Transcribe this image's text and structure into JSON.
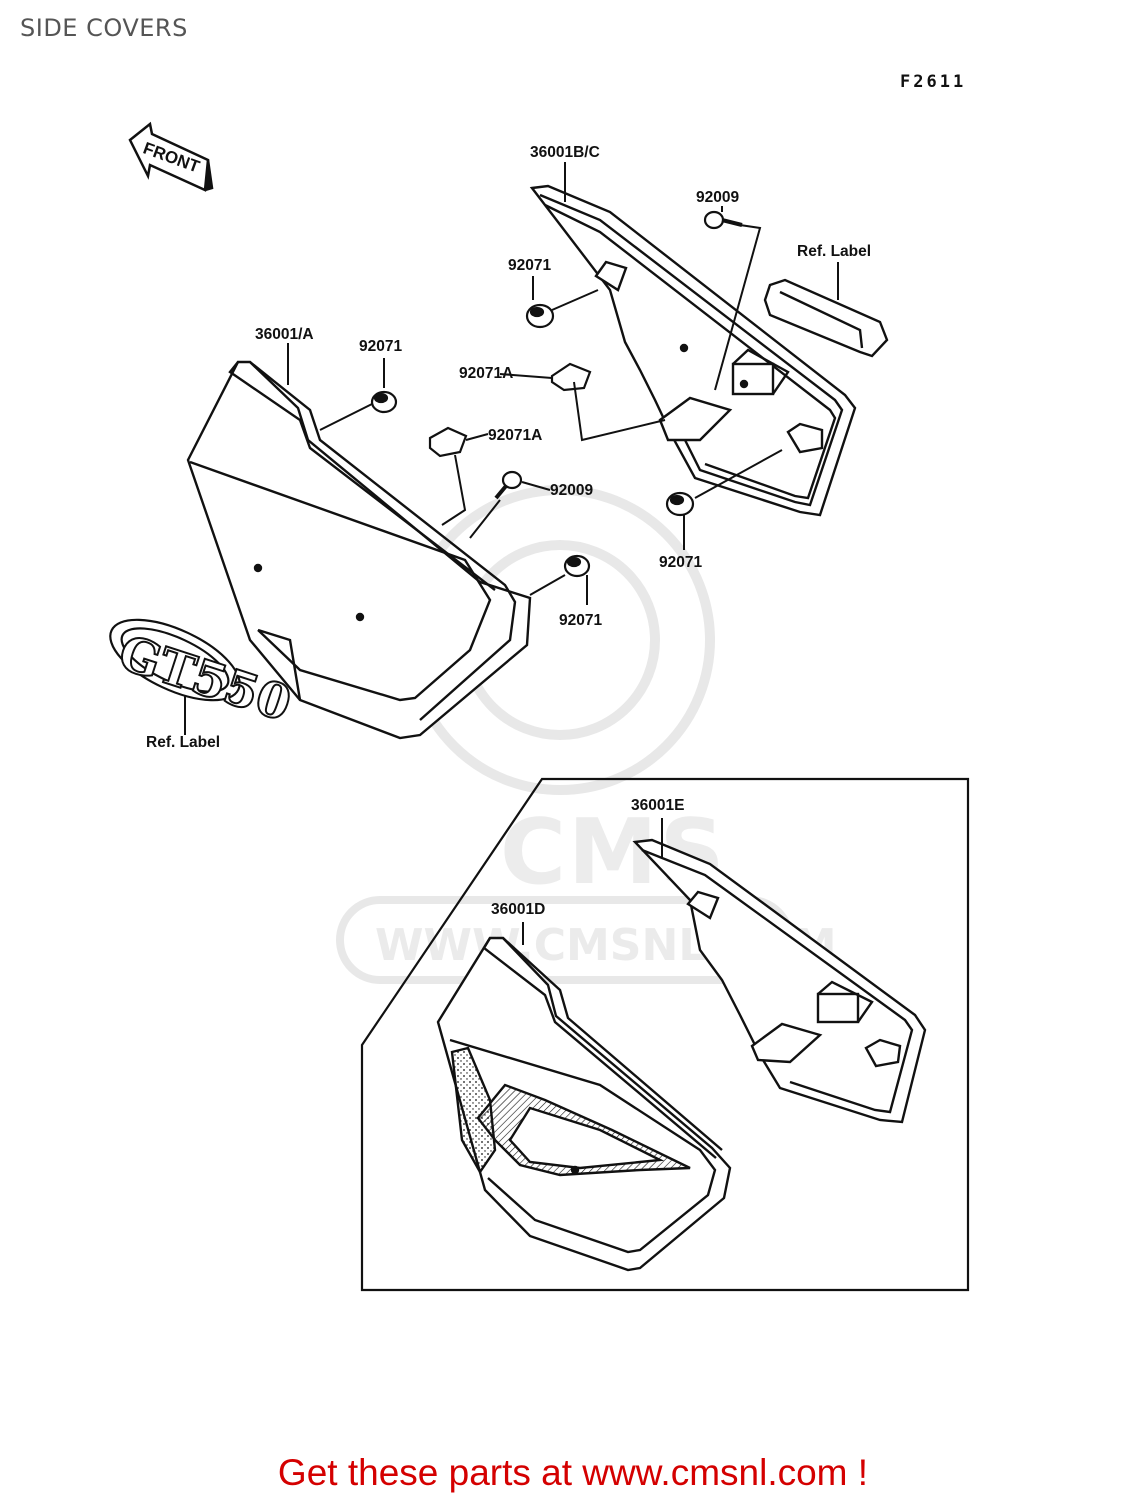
{
  "header": {
    "title": "SIDE COVERS",
    "figure_code": "F2611"
  },
  "watermark": {
    "brand": "CMS",
    "site": "WWW.CMSNL.COM"
  },
  "callouts": {
    "front_arrow": "FRONT",
    "cover_left": "36001/A",
    "cover_right": "36001B/C",
    "cover_d": "36001D",
    "cover_e": "36001E",
    "grommet_1": "92071",
    "grommet_2": "92071",
    "grommet_3": "92071",
    "grommet_4": "92071",
    "damper_1": "92071A",
    "damper_2": "92071A",
    "bolt_1": "92009",
    "bolt_2": "92009",
    "ref_label_right": "Ref. Label",
    "ref_label_left": "Ref. Label",
    "emblem": "GT550"
  },
  "footer": {
    "cta": "Get these parts at www.cmsnl.com !",
    "color": "#d40000"
  }
}
